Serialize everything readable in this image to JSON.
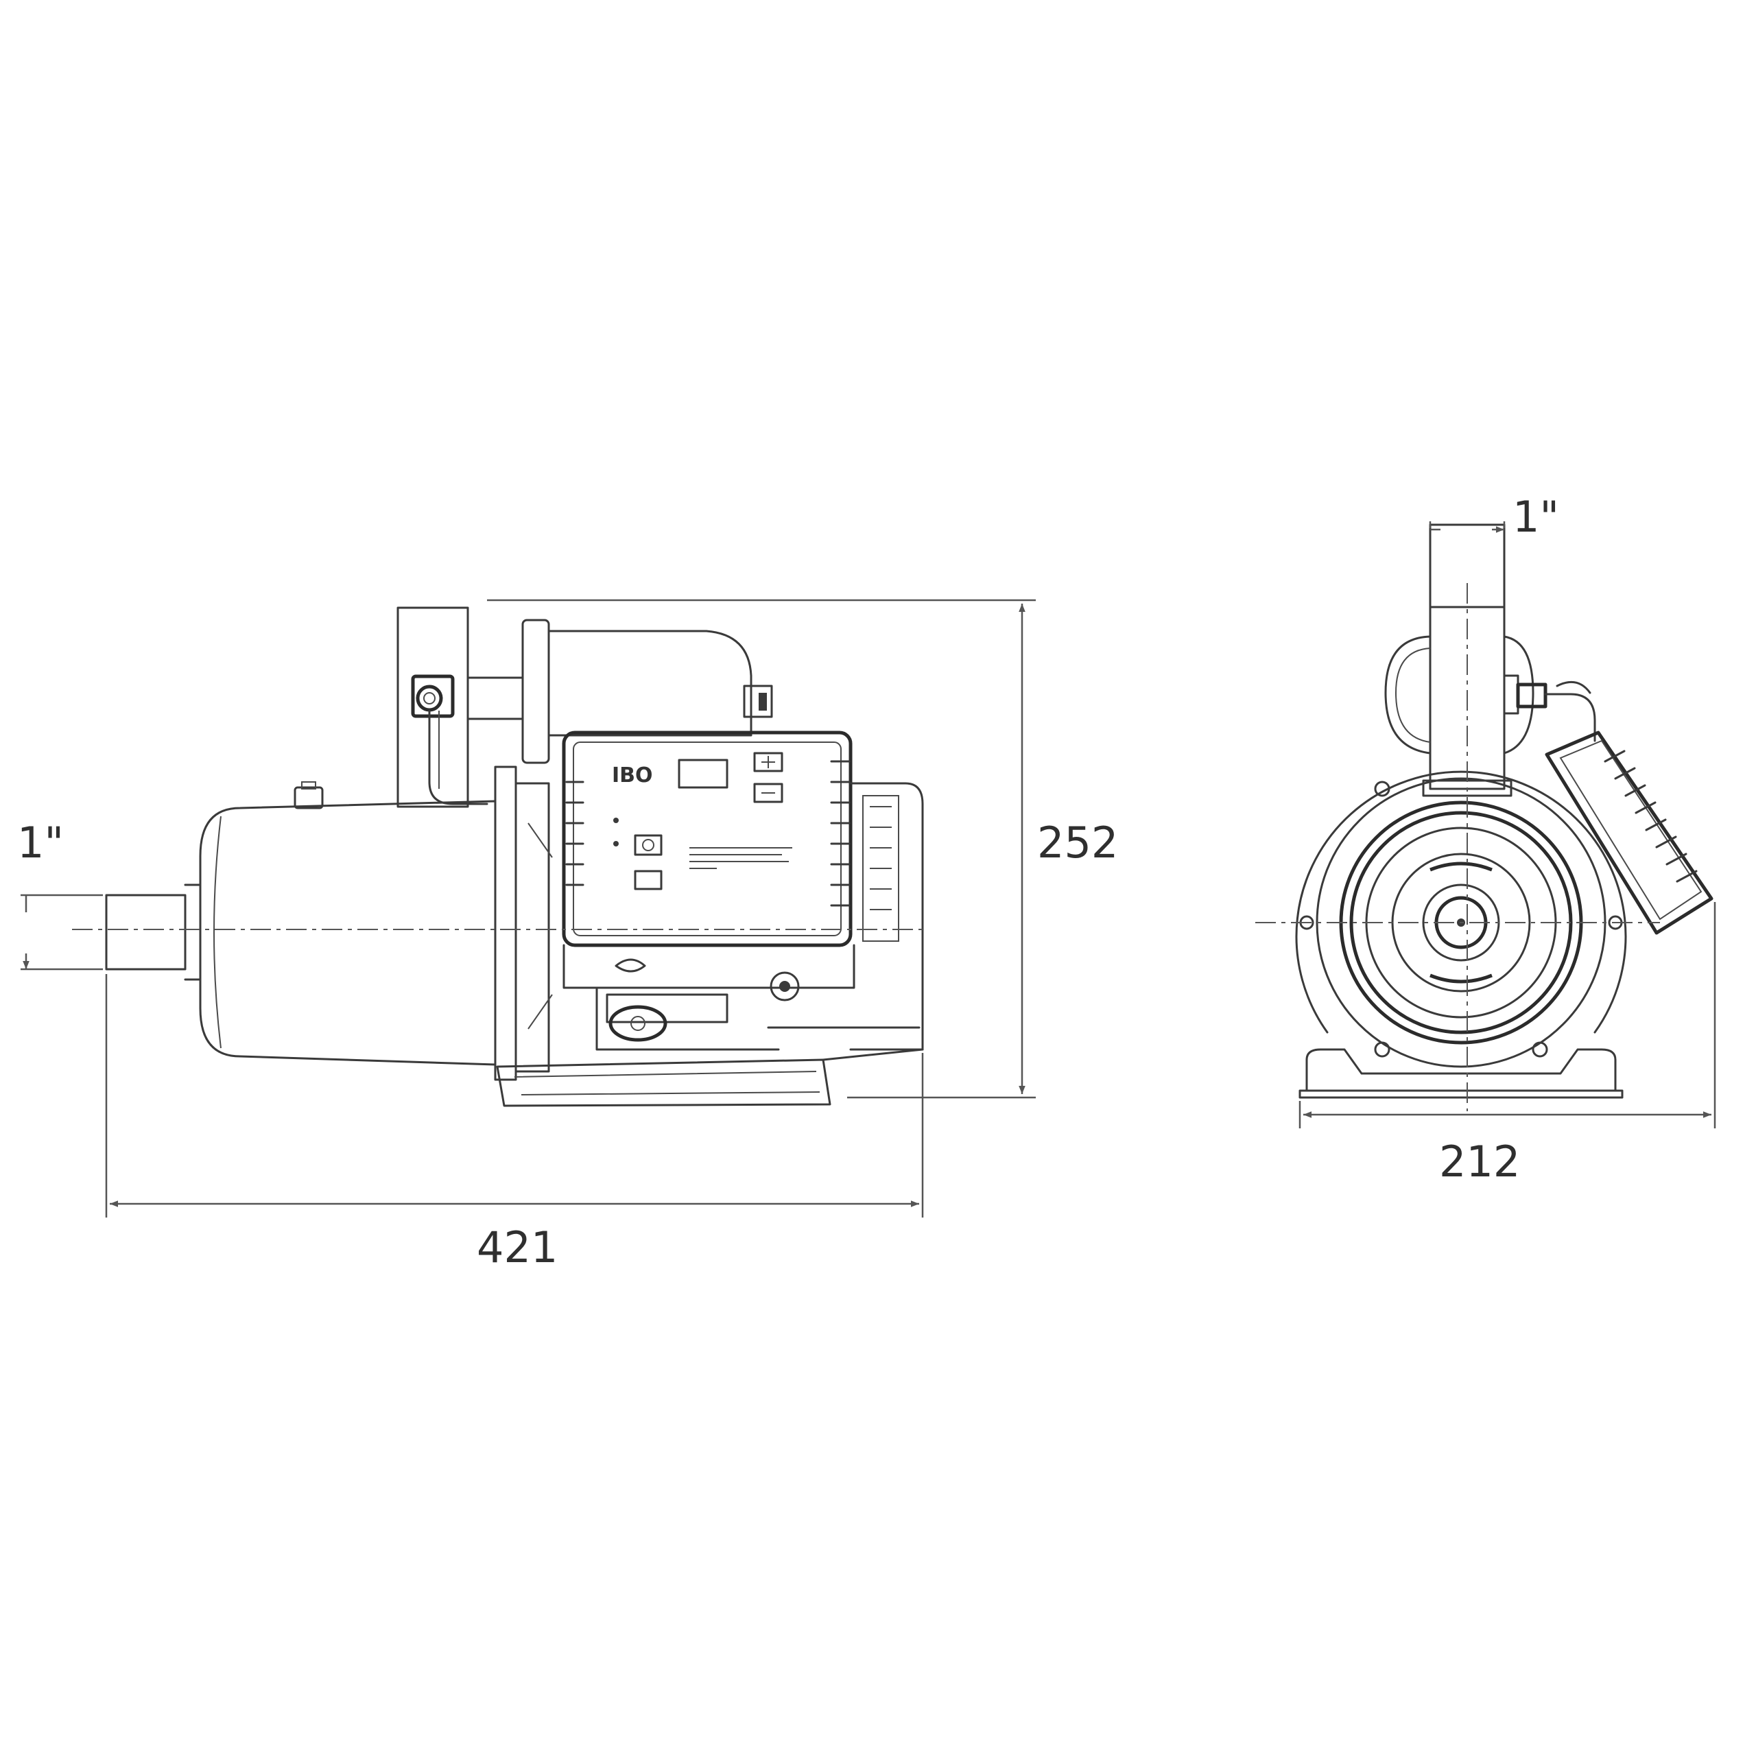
{
  "dimensions": {
    "side_inlet": "1\"",
    "height": "252",
    "length": "421",
    "front_outlet": "1\"",
    "width": "212"
  },
  "control_panel": {
    "brand": "IBO"
  }
}
